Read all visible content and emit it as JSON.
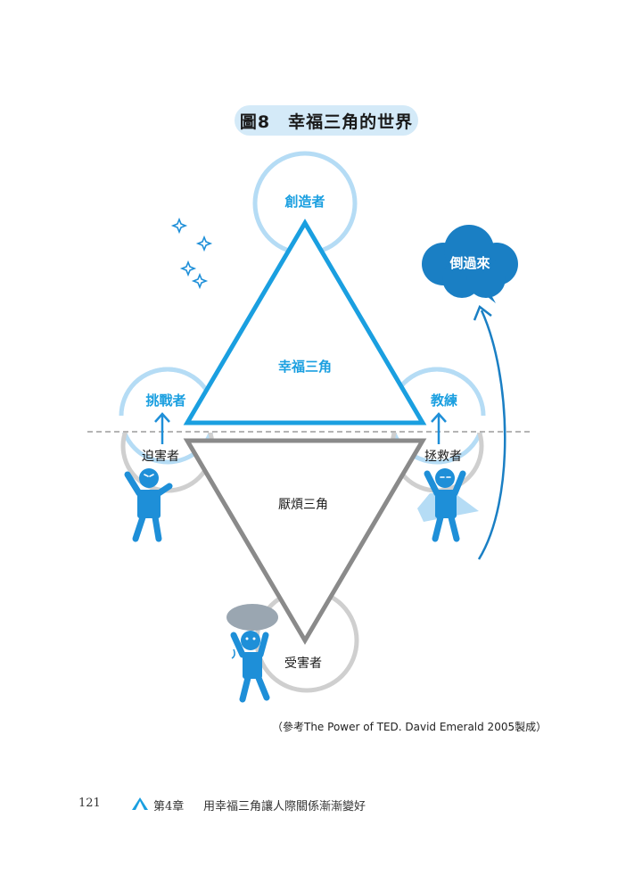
{
  "figure": {
    "number": "圖8",
    "title": "幸福三角的世界"
  },
  "happy_triangle": {
    "label": "幸福三角",
    "top": "創造者",
    "left": "挑戰者",
    "right": "教練"
  },
  "drama_triangle": {
    "label": "厭煩三角",
    "left": "迫害者",
    "right": "拯救者",
    "bottom": "受害者"
  },
  "cloud": {
    "label": "倒過來"
  },
  "citation": "（參考The Power of TED. David Emerald 2005製成）",
  "footer": {
    "page_number": "121",
    "chapter": "第4章",
    "chapter_title": "用幸福三角讓人際關係漸漸變好"
  },
  "colors": {
    "happy_triangle": "#1a9fe0",
    "circle_ring": "#b5dcf5",
    "drama_triangle": "#8a8a8a",
    "gray_ring": "#cfcfcf",
    "figure": "#1e8fd8",
    "cloud": "#1a7fc4",
    "title_bg": "#d4eaf8"
  }
}
